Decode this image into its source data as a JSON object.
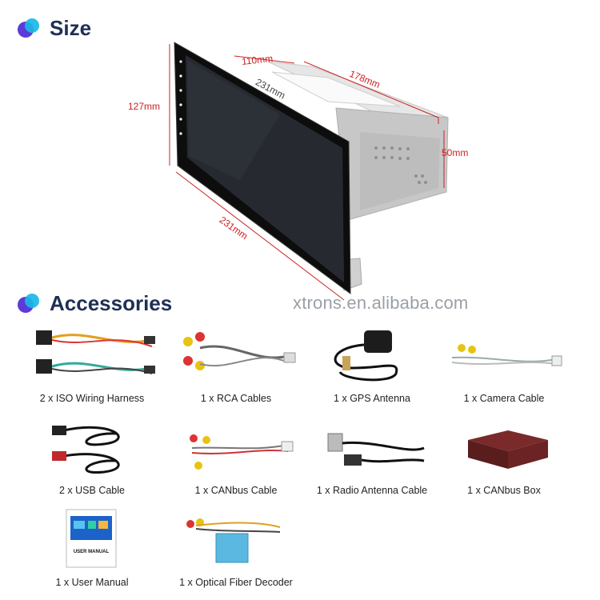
{
  "sections": {
    "size_title": "Size",
    "accessories_title": "Accessories"
  },
  "dimensions": {
    "depth_top": "110mm",
    "width_top": "178mm",
    "height_left": "127mm",
    "height_right": "50mm",
    "diagonal_a": "231mm",
    "diagonal_b": "231mm"
  },
  "brand_url": "xtrons.en.alibaba.com",
  "accessories": [
    {
      "label": "2 x ISO Wiring Harness",
      "icon": "wiring-harness-icon"
    },
    {
      "label": "1 x RCA Cables",
      "icon": "rca-cable-icon"
    },
    {
      "label": "1 x GPS Antenna",
      "icon": "gps-antenna-icon"
    },
    {
      "label": "1 x Camera Cable",
      "icon": "camera-cable-icon"
    },
    {
      "label": "2 x USB Cable",
      "icon": "usb-cable-icon"
    },
    {
      "label": "1 x CANbus Cable",
      "icon": "canbus-cable-icon"
    },
    {
      "label": "1 x Radio Antenna Cable",
      "icon": "radio-antenna-icon"
    },
    {
      "label": "1 x CANbus Box",
      "icon": "canbus-box-icon"
    },
    {
      "label": "1 x User Manual",
      "icon": "user-manual-icon"
    },
    {
      "label": "1 x Optical Fiber Decoder",
      "icon": "fiber-decoder-icon"
    }
  ],
  "manual_cover_text": "USER MANUAL",
  "colors": {
    "title": "#1f2f55",
    "dimension": "#cc2222",
    "accent_purple": "#5c3bd8",
    "accent_cyan": "#19b9e6"
  }
}
